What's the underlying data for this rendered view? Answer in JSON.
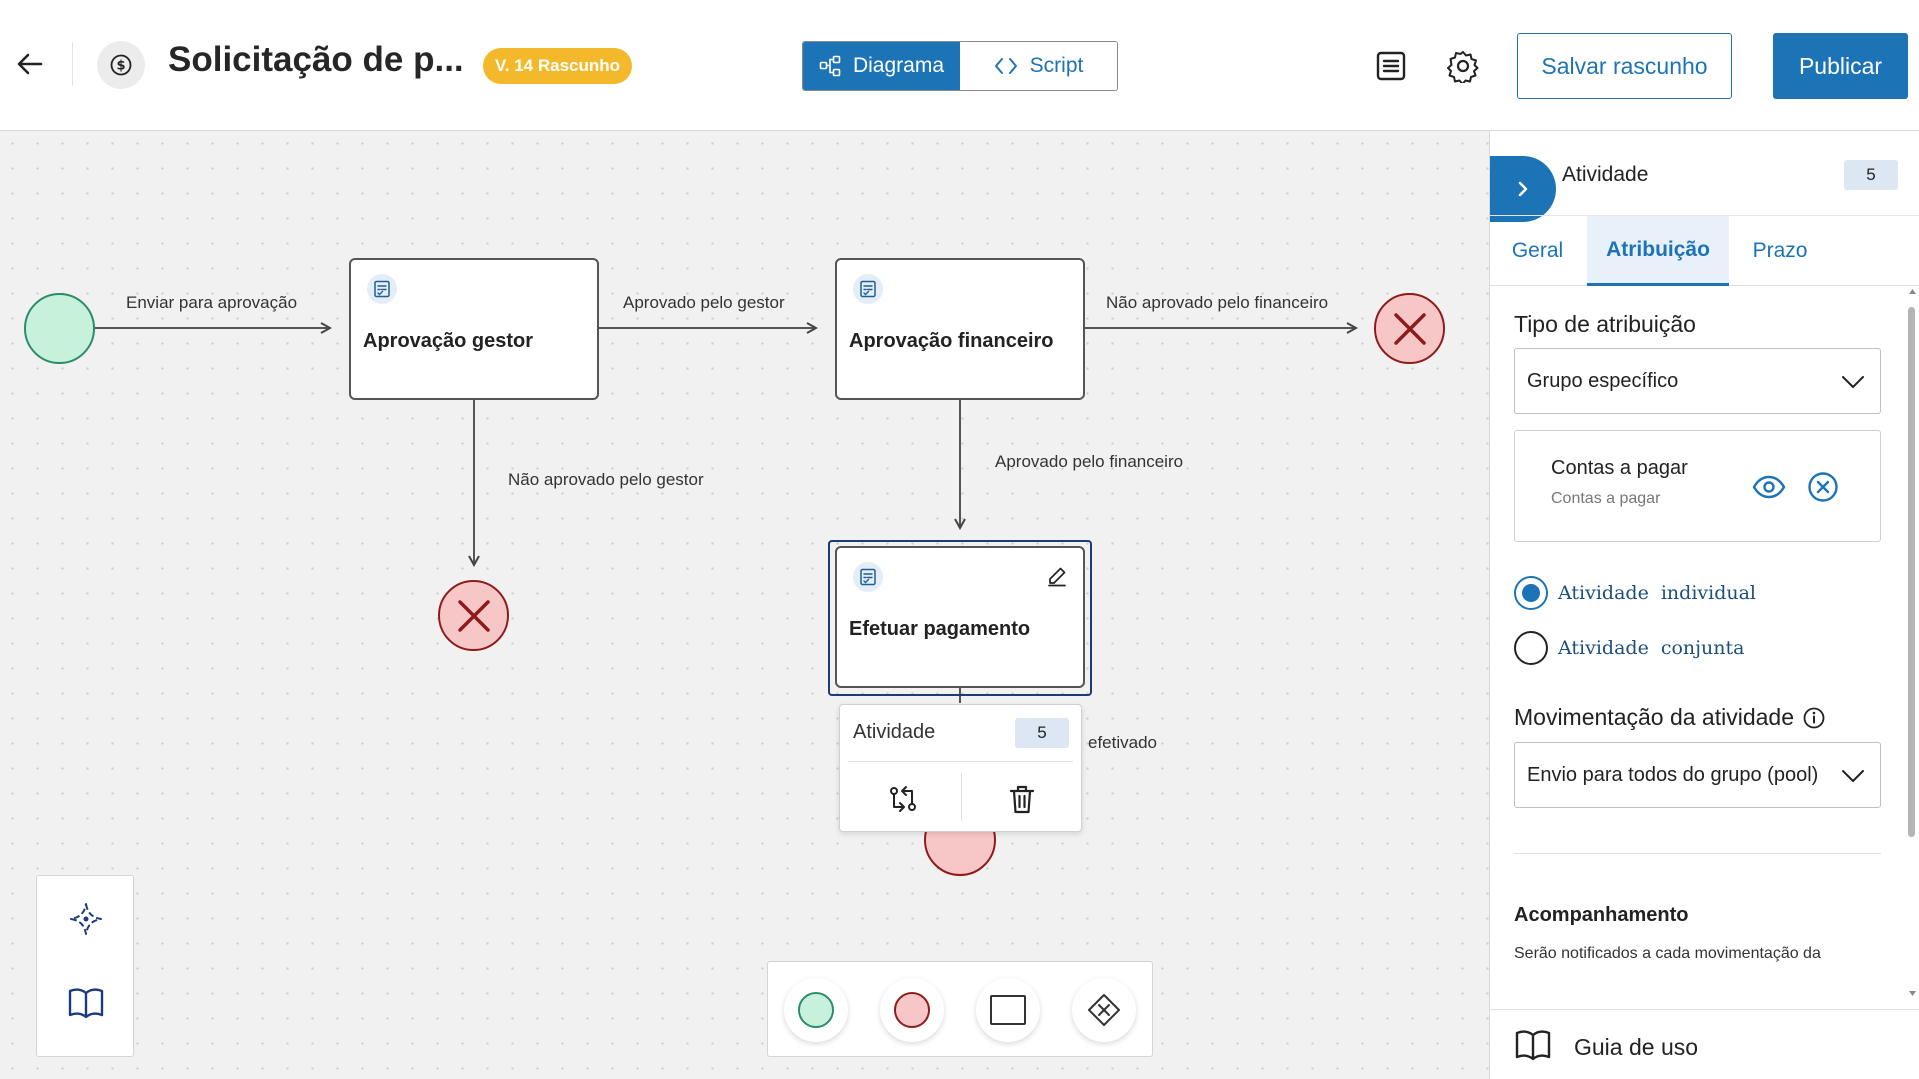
{
  "header": {
    "process_title": "Solicitação de p...",
    "version_badge": "V. 14 Rascunho",
    "view_tabs": [
      {
        "label": "Diagrama",
        "active": true
      },
      {
        "label": "Script",
        "active": false
      }
    ],
    "save_draft_label": "Salvar rascunho",
    "publish_label": "Publicar"
  },
  "diagram": {
    "tasks": [
      {
        "label": "Aprovação gestor"
      },
      {
        "label": "Aprovação financeiro"
      },
      {
        "label": "Efetuar pagamento",
        "selected": true
      }
    ],
    "edge_labels": [
      "Enviar para aprovação",
      "Aprovado pelo gestor",
      "Não aprovado pelo financeiro",
      "Não aprovado pelo gestor",
      "Aprovado pelo financeiro",
      "efetivado"
    ]
  },
  "popover": {
    "title": "Atividade",
    "badge": "5"
  },
  "panel": {
    "title": "Atividade",
    "badge": "5",
    "tabs": [
      "Geral",
      "Atribuição",
      "Prazo"
    ],
    "active_tab": "Atribuição",
    "assignment_type_label": "Tipo de atribuição",
    "assignment_type_value": "Grupo específico",
    "group": {
      "name": "Contas a pagar",
      "subtitle": "Contas a pagar"
    },
    "radio_options": [
      {
        "label": "Atividade individual",
        "checked": true
      },
      {
        "label": "Atividade conjunta",
        "checked": false
      }
    ],
    "movement_label": "Movimentação da atividade",
    "movement_value": "Envio para todos do grupo (pool)",
    "tracking_title": "Acompanhamento",
    "tracking_text": "Serão notificados a cada movimentação da",
    "footer_label": "Guia de uso"
  },
  "colors": {
    "primary": "#1c74b6",
    "badge": "#f4b82b",
    "start_event": "#c8f1dc",
    "end_event": "#f7c7c7",
    "end_event_stroke": "#8e1b1b"
  },
  "icons": {
    "back": "arrow-left-icon",
    "process": "dollar-circle-icon",
    "diagram": "flow-diagram-icon",
    "script": "code-brackets-icon",
    "document": "document-lines-icon",
    "settings": "gear-icon",
    "task": "task-list-icon",
    "edit": "pencil-icon",
    "swap": "swap-arrows-icon",
    "delete": "trash-icon",
    "ai": "sparkle-icon",
    "guide": "book-open-icon",
    "collapse": "chevron-right-icon",
    "view": "eye-icon",
    "remove": "close-circle-icon",
    "info": "info-circle-icon",
    "dropdown": "chevron-down-icon"
  }
}
